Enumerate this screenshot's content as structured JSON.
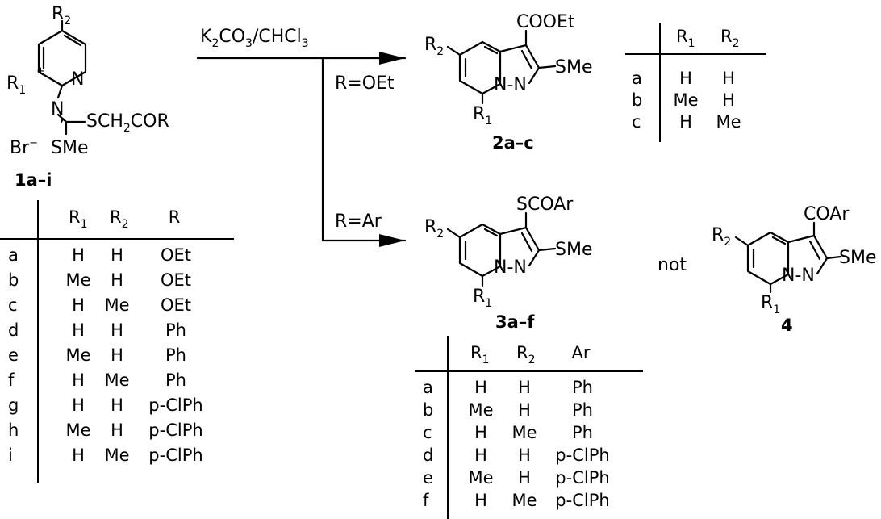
{
  "reagent": {
    "k": "K",
    "k_sub": "2",
    "co": "CO",
    "co_sub": "3",
    "slash": "/CHCl",
    "chcl_sub": "3"
  },
  "conditions": {
    "ester": "R=OEt",
    "aryl": "R=Ar"
  },
  "pyridinium_salt": {
    "r2": "R",
    "r2_sub": "2",
    "r1": "R",
    "r1_sub": "1",
    "plus": "+",
    "n_ring": "N",
    "n_ylide": "N",
    "side_chain": "SCH",
    "side_chain_sub": "2",
    "side_chain_end": "COR",
    "counterion": "Br",
    "counterion_charge": "−",
    "smethyl": "SMe",
    "label": "1a–i"
  },
  "table_1": {
    "headers": {
      "r1": "R",
      "r1_sub": "1",
      "r2": "R",
      "r2_sub": "2",
      "r": "R"
    },
    "rows": [
      {
        "id": "a",
        "r1": "H",
        "r2": "H",
        "r": "OEt"
      },
      {
        "id": "b",
        "r1": "Me",
        "r2": "H",
        "r": "OEt"
      },
      {
        "id": "c",
        "r1": "H",
        "r2": "Me",
        "r": "OEt"
      },
      {
        "id": "d",
        "r1": "H",
        "r2": "H",
        "r": "Ph"
      },
      {
        "id": "e",
        "r1": "Me",
        "r2": "H",
        "r": "Ph"
      },
      {
        "id": "f",
        "r1": "H",
        "r2": "Me",
        "r": "Ph"
      },
      {
        "id": "g",
        "r1": "H",
        "r2": "H",
        "r": "p-ClPh"
      },
      {
        "id": "h",
        "r1": "Me",
        "r2": "H",
        "r": "p-ClPh"
      },
      {
        "id": "i",
        "r1": "H",
        "r2": "Me",
        "r": "p-ClPh"
      }
    ]
  },
  "product_2": {
    "r2": "R",
    "r2_sub": "2",
    "r1": "R",
    "r1_sub": "1",
    "n_bridge": "N",
    "n_hyphen": "-",
    "n_ring": "N",
    "substituent_top": "COOEt",
    "substituent_right": "SMe",
    "label": "2a–c"
  },
  "table_2": {
    "headers": {
      "r1": "R",
      "r1_sub": "1",
      "r2": "R",
      "r2_sub": "2"
    },
    "rows": [
      {
        "id": "a",
        "r1": "H",
        "r2": "H"
      },
      {
        "id": "b",
        "r1": "Me",
        "r2": "H"
      },
      {
        "id": "c",
        "r1": "H",
        "r2": "Me"
      }
    ]
  },
  "product_3": {
    "r2": "R",
    "r2_sub": "2",
    "r1": "R",
    "r1_sub": "1",
    "n_bridge": "N",
    "n_hyphen": "-",
    "n_ring": "N",
    "substituent_top": "SCOAr",
    "substituent_right": "SMe",
    "label": "3a–f"
  },
  "not_label": "not",
  "product_4": {
    "r2": "R",
    "r2_sub": "2",
    "r1": "R",
    "r1_sub": "1",
    "n_bridge": "N",
    "n_hyphen": "-",
    "n_ring": "N",
    "substituent_top": "COAr",
    "substituent_right": "SMe",
    "label": "4"
  },
  "table_3": {
    "headers": {
      "r1": "R",
      "r1_sub": "1",
      "r2": "R",
      "r2_sub": "2",
      "ar": "Ar"
    },
    "rows": [
      {
        "id": "a",
        "r1": "H",
        "r2": "H",
        "ar": "Ph"
      },
      {
        "id": "b",
        "r1": "Me",
        "r2": "H",
        "ar": "Ph"
      },
      {
        "id": "c",
        "r1": "H",
        "r2": "Me",
        "ar": "Ph"
      },
      {
        "id": "d",
        "r1": "H",
        "r2": "H",
        "ar": "p-ClPh"
      },
      {
        "id": "e",
        "r1": "Me",
        "r2": "H",
        "ar": "p-ClPh"
      },
      {
        "id": "f",
        "r1": "H",
        "r2": "Me",
        "ar": "p-ClPh"
      }
    ]
  }
}
